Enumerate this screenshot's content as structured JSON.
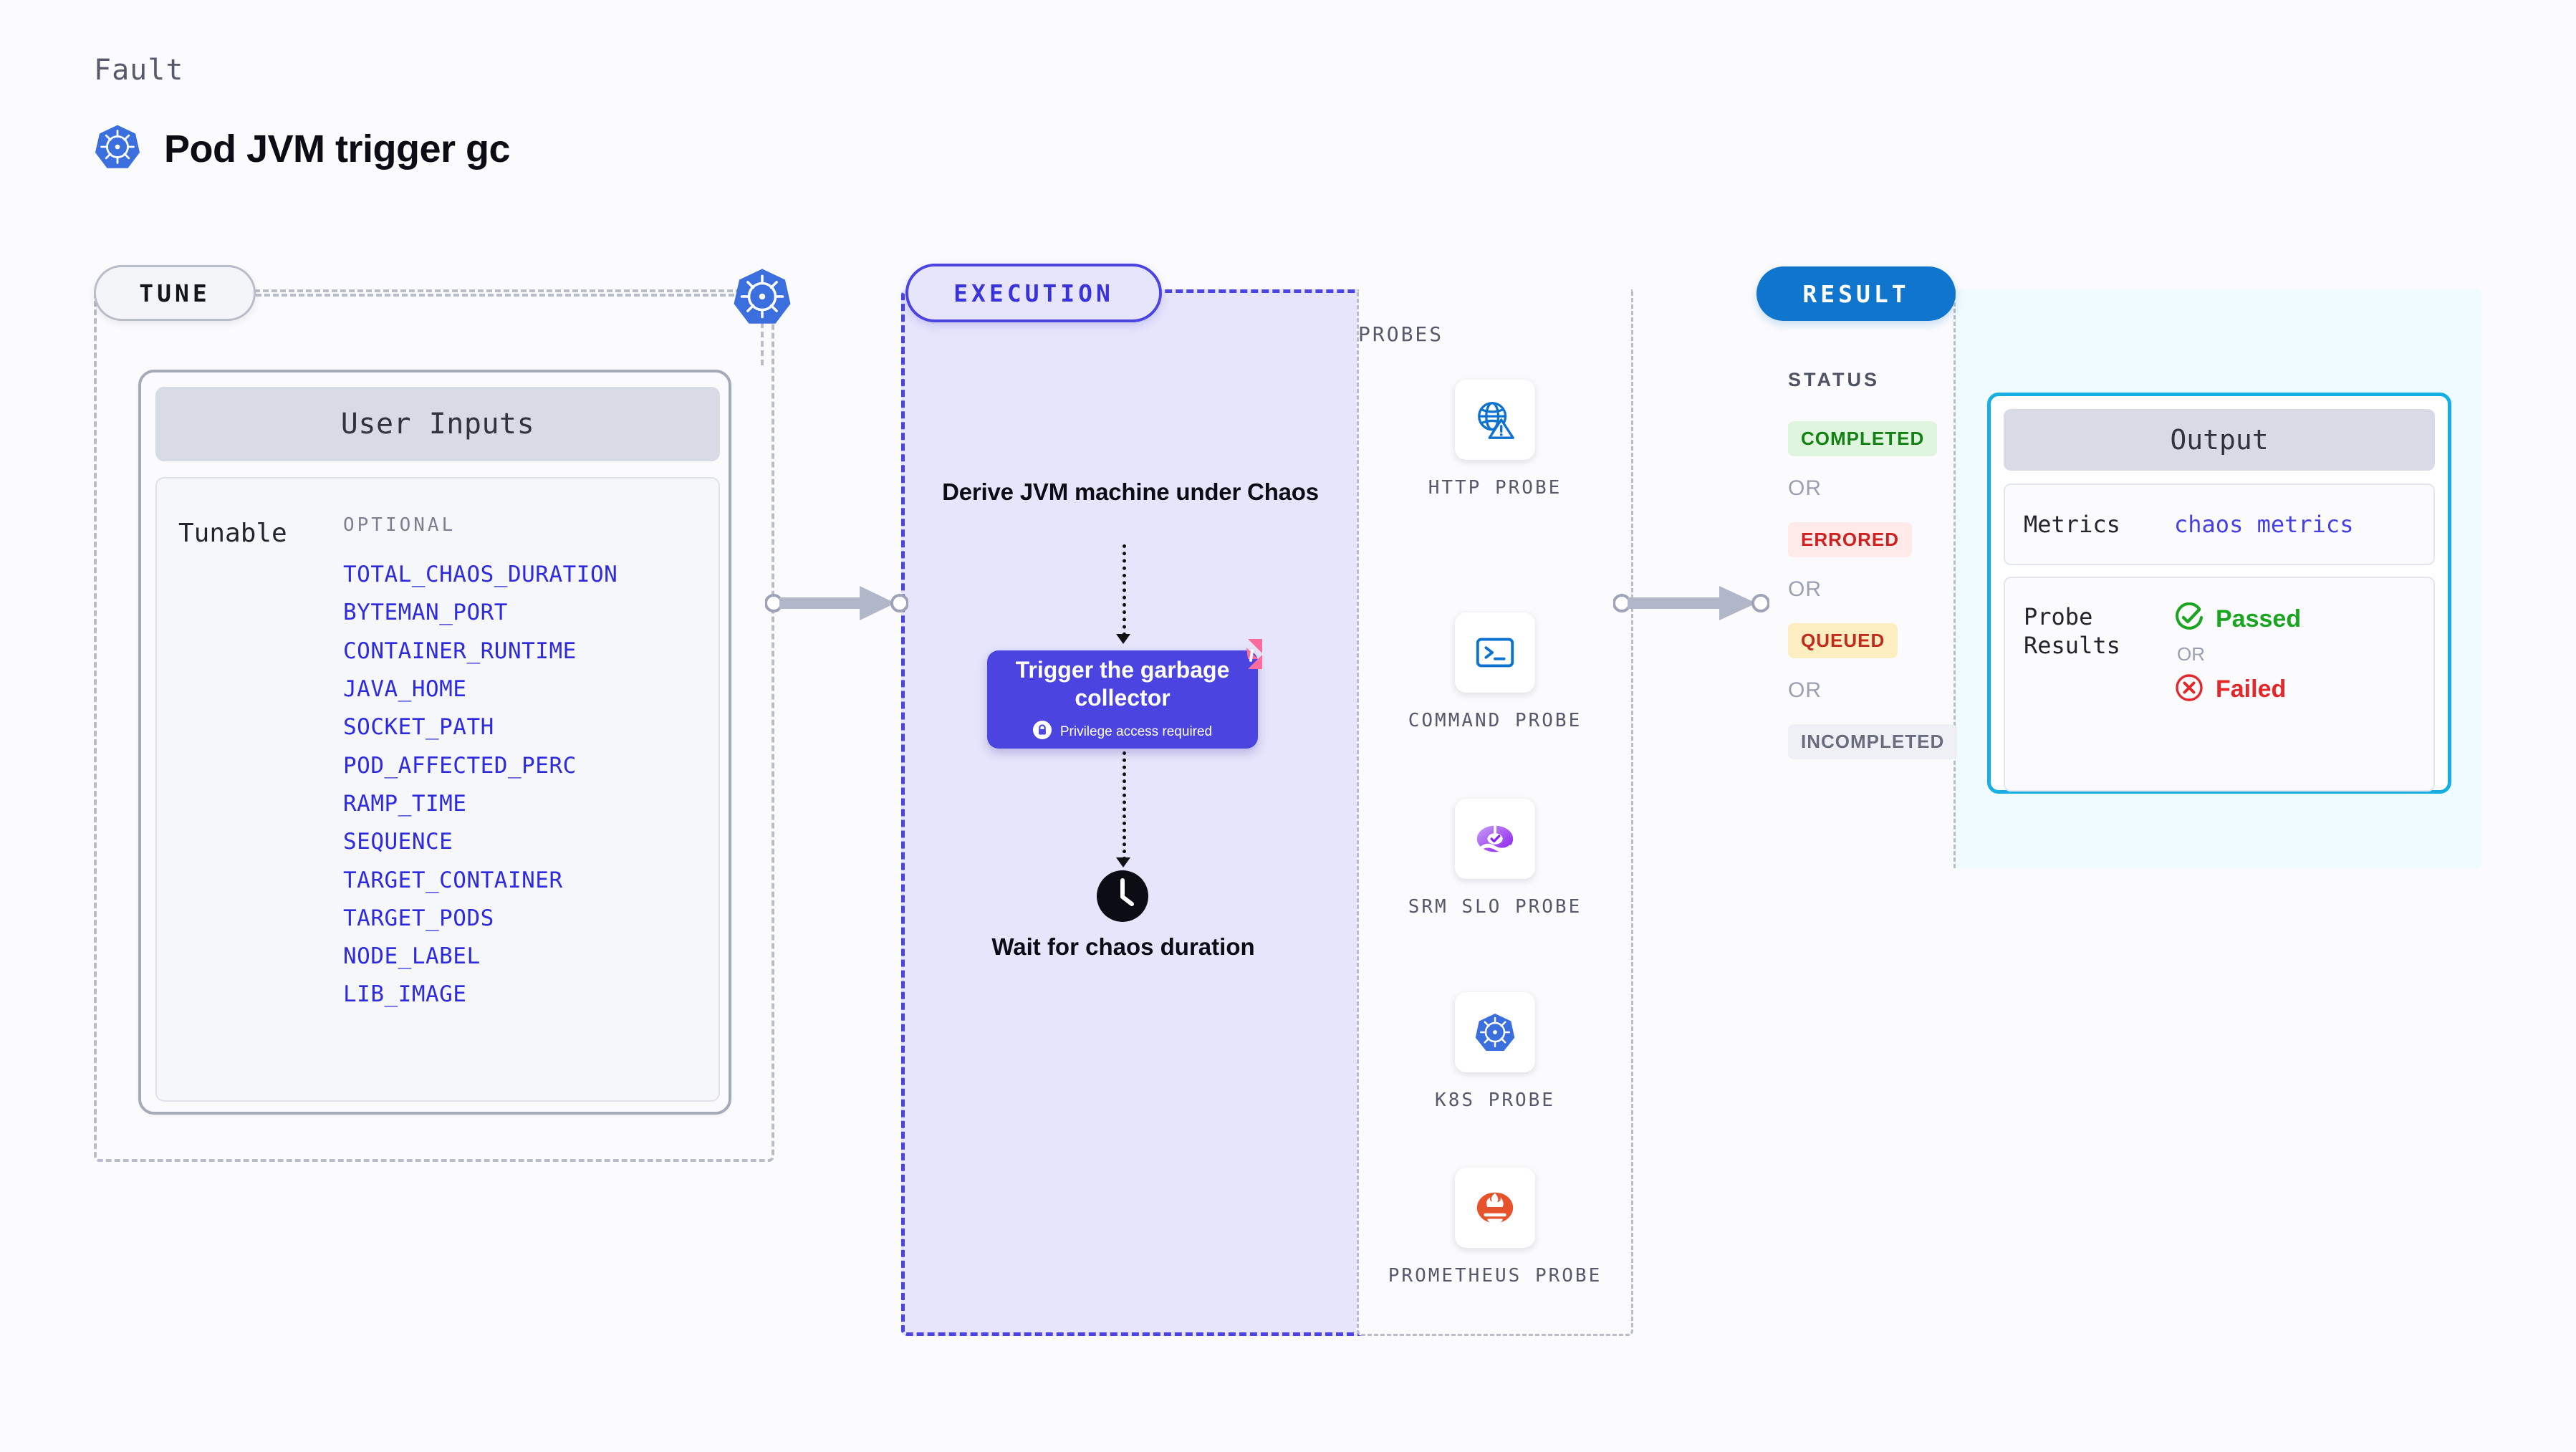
{
  "header": {
    "eyebrow": "Fault",
    "title": "Pod JVM trigger gc",
    "icon": "kubernetes-icon"
  },
  "tune": {
    "pill_label": "TUNE",
    "node_icon": "kubernetes-icon",
    "user_inputs_title": "User Inputs",
    "tunable_label": "Tunable",
    "optional_label": "OPTIONAL",
    "params": [
      "TOTAL_CHAOS_DURATION",
      "BYTEMAN_PORT",
      "CONTAINER_RUNTIME",
      "JAVA_HOME",
      "SOCKET_PATH",
      "POD_AFFECTED_PERC",
      "RAMP_TIME",
      "SEQUENCE",
      "TARGET_CONTAINER",
      "TARGET_PODS",
      "NODE_LABEL",
      "LIB_IMAGE"
    ]
  },
  "execution": {
    "pill_label": "EXECUTION",
    "step_1": "Derive JVM machine under Chaos",
    "action_card": {
      "title": "Trigger the garbage collector",
      "note": "Privilege access required",
      "lock_icon": "lock-icon",
      "corner_icon": "litmus-chaos-icon"
    },
    "wait_icon": "clock-icon",
    "step_2": "Wait for chaos duration"
  },
  "probes": {
    "section_label": "PROBES",
    "items": [
      {
        "name": "HTTP PROBE",
        "icon": "globe-warning-icon"
      },
      {
        "name": "COMMAND PROBE",
        "icon": "terminal-icon"
      },
      {
        "name": "SRM SLO PROBE",
        "icon": "srm-slo-donut-icon"
      },
      {
        "name": "K8S PROBE",
        "icon": "kubernetes-icon"
      },
      {
        "name": "PROMETHEUS PROBE",
        "icon": "prometheus-icon"
      }
    ]
  },
  "result": {
    "pill_label": "RESULT",
    "status_label": "STATUS",
    "or_label": "OR",
    "statuses": [
      {
        "label": "COMPLETED",
        "text_color": "#138113",
        "bg_color": "#dff5de"
      },
      {
        "label": "ERRORED",
        "text_color": "#cf2020",
        "bg_color": "#fdeae9"
      },
      {
        "label": "QUEUED",
        "text_color": "#c22a1b",
        "bg_color": "#fdeec2"
      },
      {
        "label": "INCOMPLETED",
        "text_color": "#686d7d",
        "bg_color": "#eff0f5"
      }
    ],
    "output": {
      "title": "Output",
      "metrics_key": "Metrics",
      "metrics_value": "chaos metrics",
      "probe_results_key": "Probe Results",
      "passed_label": "Passed",
      "failed_label": "Failed",
      "or_label": "OR",
      "passed_icon": "check-circle-icon",
      "failed_icon": "x-circle-icon"
    }
  },
  "colors": {
    "kubernetes_blue": "#3a6fdd",
    "execution_purple": "#4b44e0",
    "result_blue": "#1076cd",
    "output_cyan": "#17aee4",
    "param_blue": "#2d2bdd",
    "litmus_pink": "#fb6b9c"
  }
}
